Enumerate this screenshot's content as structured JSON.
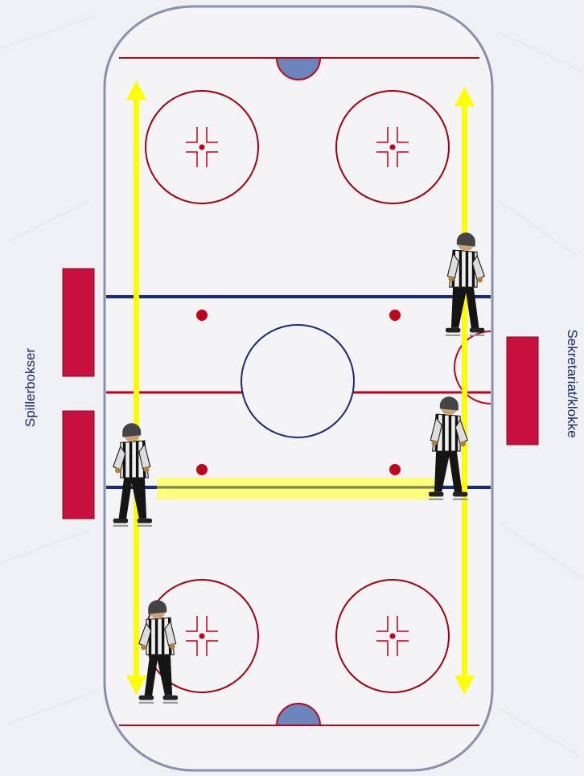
{
  "labels": {
    "player_boxes": "Spillerbokser",
    "scorekeeper": "Sekretariat/klokke"
  },
  "colors": {
    "background": "#eef0f3",
    "ice": "#f4f4f6",
    "board": "#8a8fb0",
    "red_line": "#c0001a",
    "blue_line": "#1a2a7a",
    "goal_crease": "#6b86bd",
    "bench": "#c8103e",
    "arrow": "#ffff00",
    "highlight": "#ffff66",
    "label_text": "#1a2a6a"
  },
  "icons": [
    "referee-figure",
    "yellow-double-arrow",
    "faceoff-circle",
    "faceoff-dot",
    "goal-crease",
    "player-bench",
    "scorekeeper-box"
  ]
}
